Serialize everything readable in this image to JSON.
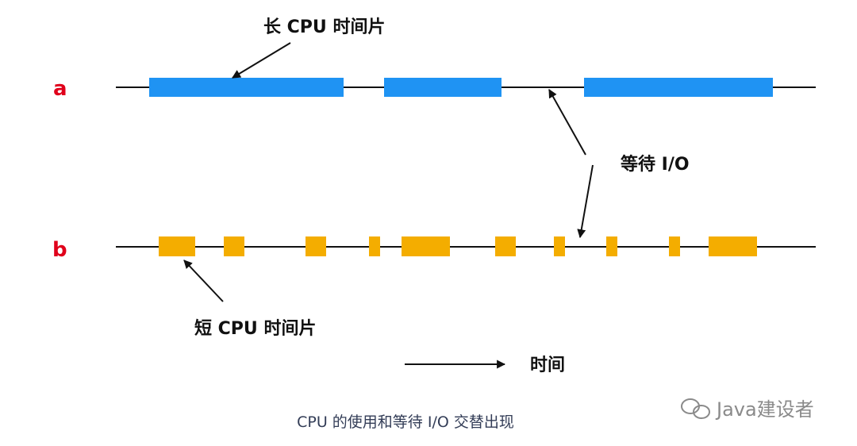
{
  "rows": [
    {
      "label": "a",
      "bar_color": "#1f93f3",
      "segments": [
        [
          188,
          433
        ],
        [
          484,
          632
        ],
        [
          736,
          974
        ]
      ]
    },
    {
      "label": "b",
      "bar_color": "#f4ad00",
      "segments": [
        [
          200,
          246
        ],
        [
          282,
          308
        ],
        [
          385,
          411
        ],
        [
          465,
          479
        ],
        [
          506,
          567
        ],
        [
          624,
          650
        ],
        [
          698,
          712
        ],
        [
          764,
          778
        ],
        [
          843,
          857
        ],
        [
          893,
          954
        ]
      ]
    }
  ],
  "row_label_color": "#e0001b",
  "labels": {
    "long_slice": "长 CPU 时间片",
    "wait_io": "等待 I/O",
    "short_slice": "短 CPU 时间片",
    "time": "时间"
  },
  "caption": "CPU 的使用和等待 I/O 交替出现",
  "watermark": "Java建设者"
}
